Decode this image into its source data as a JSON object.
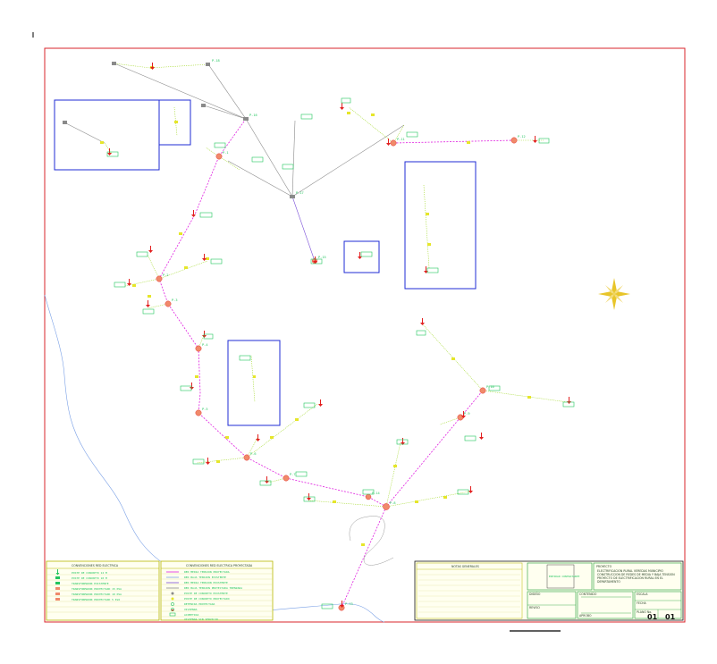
{
  "drawing": {
    "sheet_number": "01",
    "sheet_total": "01"
  },
  "colors": {
    "border": "#d9262b",
    "frame": "#1f2bd4",
    "mv_line": "#e021e0",
    "lv_line": "#a3d92a",
    "existing_line": "#8a8a8a",
    "new_line": "#7a4fd8",
    "river": "#7aa0e6",
    "road": "#9a9a9a",
    "marker_red": "#e21f1f",
    "label_green": "#22c55e",
    "pole_yellow": "#e6e62a",
    "north_arrow": "#e8c52a",
    "title_block_line": "#b8b800"
  },
  "legend1": {
    "title": "CONVENCIONES RED ELECTRICA",
    "items": [
      {
        "symbol": "arrow",
        "text": "POSTE DE CONCRETO 12 M"
      },
      {
        "symbol": "green-square",
        "text": "POSTE DE CONCRETO 10 M"
      },
      {
        "symbol": "green-square",
        "text": "TRANSFORMADOR EXISTENTE"
      },
      {
        "symbol": "orange-square",
        "text": "TRANSFORMADOR PROYECTADO 15 KVA"
      },
      {
        "symbol": "orange-square",
        "text": "TRANSFORMADOR PROYECTADO 10 KVA"
      },
      {
        "symbol": "orange-square",
        "text": "TRANSFORMADOR PROYECTADO 5 KVA"
      }
    ]
  },
  "legend2": {
    "title": "CONVENCIONES RED ELECTRICA PROYECTADA",
    "items": [
      {
        "symbol": "line-red",
        "text": "RED MEDIA TENSION PROYECTADA"
      },
      {
        "symbol": "line-blue",
        "text": "RED BAJA TENSION EXISTENTE"
      },
      {
        "symbol": "line-purple",
        "text": "RED MEDIA TENSION EXISTENTE"
      },
      {
        "symbol": "line-gray",
        "text": "RED BAJA TENSION PROYECTADA TRENZADA"
      },
      {
        "symbol": "pole",
        "text": "POSTE DE CONCRETO EXISTENTE"
      },
      {
        "symbol": "pole",
        "text": "POSTE DE CONCRETO PROYECTADO"
      },
      {
        "symbol": "green-circle",
        "text": "RETENIDA PROYECTADA"
      },
      {
        "symbol": "green-circle",
        "text": "VIVIENDA"
      },
      {
        "symbol": "arrow",
        "text": "ACOMETIDA"
      },
      {
        "symbol": "green-square",
        "text": "VIVIENDA SIN SERVICIO"
      }
    ]
  },
  "title_block": {
    "notes_title": "NOTAS GENERALES",
    "project_label": "PROYECTO",
    "project_text": "ELECTRIFICACION RURAL VEREDAS MUNICIPIO CONSTRUCCION DE REDES DE MEDIA Y BAJA TENSION PROYECTO DE ELECTRIFICACION RURAL EN EL DEPARTAMENTO",
    "content_label": "CONTENIDO",
    "designed_label": "DISEÑO",
    "reviewed_label": "REVISO",
    "approved_label": "APROBO",
    "scale_label": "ESCALA",
    "date_label": "FECHA",
    "plan_label": "PLANO No.",
    "logo_text": "ENTIDAD CONTRATANTE"
  },
  "nodes": [
    {
      "id": "A1",
      "label": "P-1"
    },
    {
      "id": "A2",
      "label": "P-2"
    },
    {
      "id": "A3",
      "label": "P-3"
    },
    {
      "id": "A4",
      "label": "P-4"
    },
    {
      "id": "A5",
      "label": "P-5"
    },
    {
      "id": "A6",
      "label": "P-6"
    },
    {
      "id": "A7",
      "label": "P-7"
    },
    {
      "id": "A8",
      "label": "P-8"
    },
    {
      "id": "A9",
      "label": "P-9"
    },
    {
      "id": "A10",
      "label": "P-10"
    },
    {
      "id": "A11",
      "label": "P-11"
    },
    {
      "id": "A12",
      "label": "P-12"
    },
    {
      "id": "A13",
      "label": "P-13"
    },
    {
      "id": "A14",
      "label": "P-14"
    },
    {
      "id": "A15",
      "label": "P-15"
    },
    {
      "id": "A16",
      "label": "P-16"
    },
    {
      "id": "A17",
      "label": "P-17"
    },
    {
      "id": "A18",
      "label": "P-18"
    }
  ]
}
